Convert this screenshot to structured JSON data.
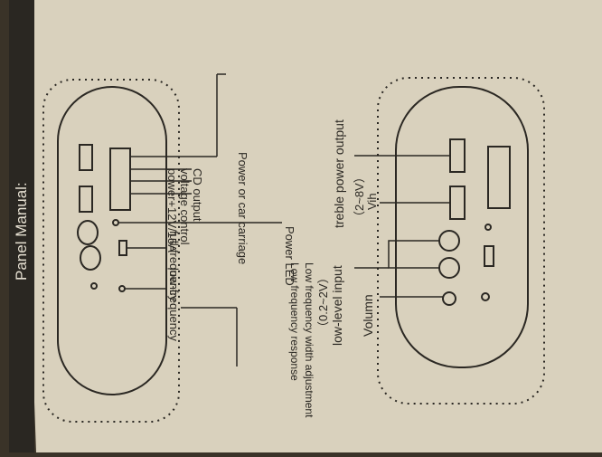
{
  "header": {
    "title": "Panel Manual:"
  },
  "left_panel": {
    "power_label": "Power or car carriage",
    "pin_labels": [
      "CD output",
      "voltage control",
      "power+12V/15A"
    ],
    "power_led": "Power LED",
    "full_freq": "full-frequency",
    "low_freq": "low-frequency",
    "low_resp_1": "Low frequency width adjustment",
    "low_resp_2": "Low frequency response"
  },
  "right_panel": {
    "treble": "treble power output",
    "vh": "Vih",
    "vh_range": "（2~8V）",
    "low_input_range": "（0.2~2V）",
    "low_input": "low-level input",
    "volume": "Volumn"
  },
  "colors": {
    "paper": "#d9d1bd",
    "ink": "#2b2823",
    "band": "#2a2722",
    "band_text": "#e6e0d2"
  }
}
